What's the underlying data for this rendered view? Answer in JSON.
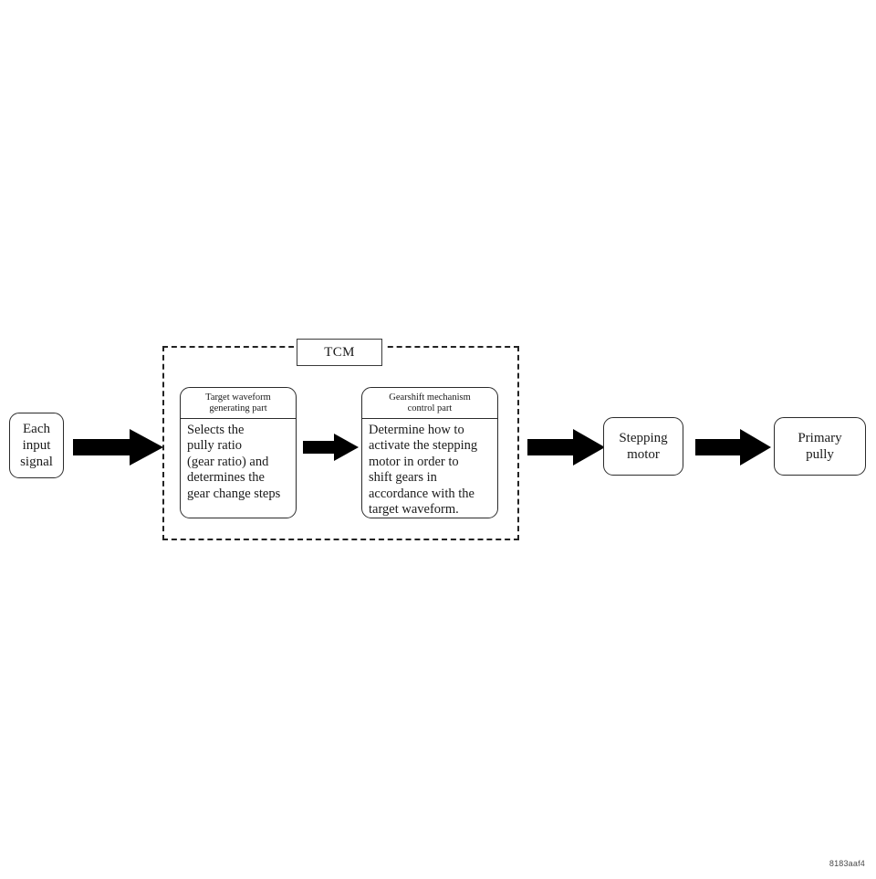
{
  "figure": {
    "code": "8183aaf4",
    "container": {
      "label": "TCM"
    }
  },
  "nodes": {
    "each_input_signal": "Each\ninput\nsignal",
    "stepping_motor": "Stepping\nmotor",
    "primary_pully": "Primary\npully"
  },
  "parts": [
    {
      "header": "Target waveform\ngenerating part",
      "body": "Selects the\npully ratio\n(gear ratio) and\ndetermines the\ngear change steps"
    },
    {
      "header": "Gearshift mechanism\ncontrol part",
      "body": "Determine how to\nactivate the stepping\nmotor in order to\nshift gears in\naccordance with the\ntarget waveform."
    }
  ],
  "arrows": [
    {
      "name": "input-to-tcm",
      "direction": "right"
    },
    {
      "name": "part1-to-part2",
      "direction": "right"
    },
    {
      "name": "tcm-to-motor",
      "direction": "right"
    },
    {
      "name": "motor-to-pully",
      "direction": "right"
    }
  ],
  "colors": {
    "stroke": "#2b2b2b",
    "arrow_fill": "#000000",
    "background": "#ffffff",
    "dashed_border": "#232323"
  }
}
